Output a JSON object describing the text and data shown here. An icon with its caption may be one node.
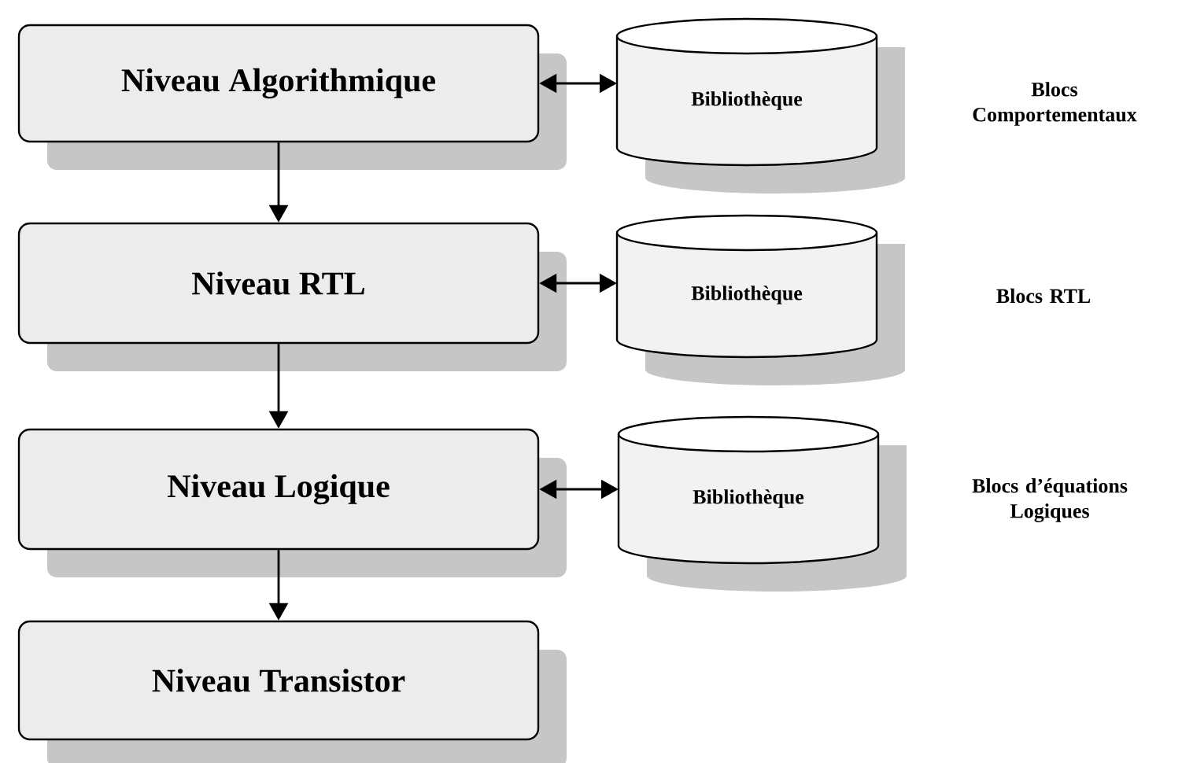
{
  "diagram": {
    "nodes": [
      {
        "text": [
          "Niveau Algorithmique"
        ]
      },
      {
        "text": [
          "Niveau RTL"
        ]
      },
      {
        "text": [
          "Niveau Logique"
        ]
      },
      {
        "text": [
          "Niveau Transistor"
        ]
      },
      {
        "text": [
          "Bibliothèque"
        ]
      },
      {
        "text": [
          "Bibliothèque"
        ]
      },
      {
        "text": [
          "Bibliothèque"
        ]
      }
    ],
    "edges": [
      {
        "from": 0,
        "to": 1,
        "arrow": "to"
      },
      {
        "from": 1,
        "to": 2,
        "arrow": "to"
      },
      {
        "from": 2,
        "to": 3,
        "arrow": "to"
      },
      {
        "from": 0,
        "to": 4,
        "arrow": "both"
      },
      {
        "from": 1,
        "to": 5,
        "arrow": "both"
      },
      {
        "from": 2,
        "to": 6,
        "arrow": "both"
      }
    ],
    "labels": [
      "Blocs Comportementaux",
      "Blocs RTL",
      "Blocs d’équations Logiques"
    ]
  }
}
